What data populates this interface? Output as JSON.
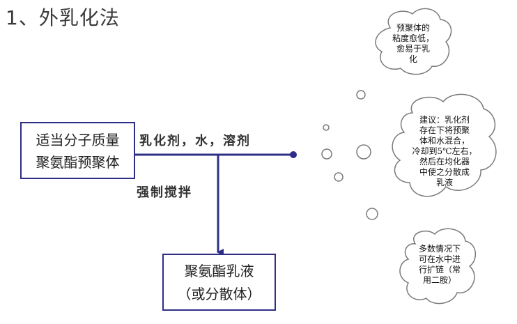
{
  "title": "1、外乳化法",
  "source_box": {
    "line1": "适当分子质量",
    "line2": "聚氨酯预聚体"
  },
  "process_labels": {
    "reagents": "乳化剂，水，溶剂",
    "stirring": "强制搅拌"
  },
  "result_box": {
    "line1": "聚氨酯乳液",
    "line2": "（或分散体）"
  },
  "notes": [
    {
      "lines": [
        "预聚体的",
        "粘度愈低，",
        "愈易于乳",
        "化"
      ]
    },
    {
      "lines": [
        "建议：乳化剂",
        "存在下将预聚",
        "体和水混合，",
        "冷却到5℃左右，",
        "然后在均化器",
        "中使之分散成",
        "乳液"
      ]
    },
    {
      "lines": [
        "多数情况下",
        "可在水中进",
        "行扩链（常",
        "用二胺）"
      ]
    }
  ],
  "colors": {
    "arrow": "#2e2e86",
    "box_border": "#2e2e86",
    "cloud_border": "#7a7a7a"
  }
}
